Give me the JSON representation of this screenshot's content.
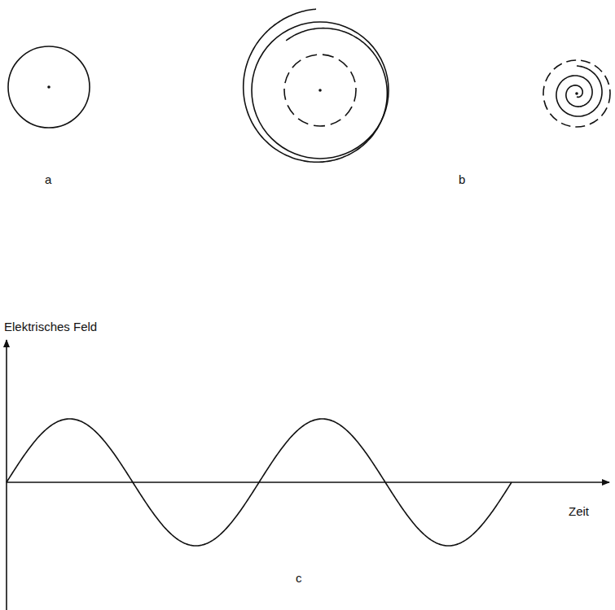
{
  "diagram": {
    "labels": [
      "a",
      "b",
      "c",
      "Elektrisches Feld",
      "Zeit"
    ]
  }
}
